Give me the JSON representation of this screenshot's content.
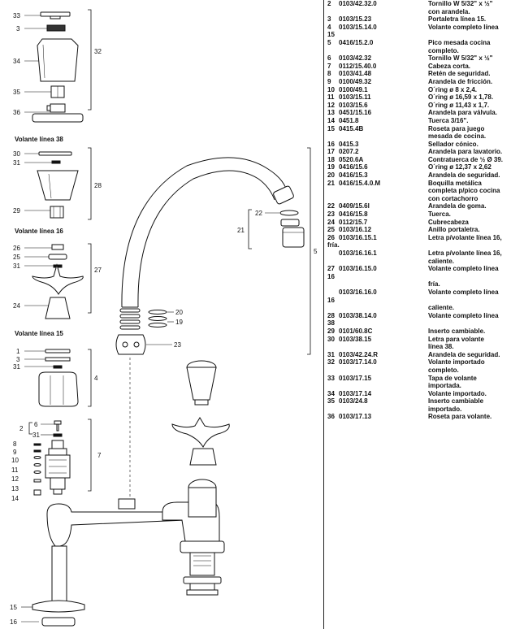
{
  "sections": {
    "volante_38": "Volante línea 38",
    "volante_16": "Volante línea 16",
    "volante_15": "Volante línea 15"
  },
  "callouts": {
    "c33": "33",
    "c3a": "3",
    "c34": "34",
    "c35": "35",
    "c36": "36",
    "c32": "32",
    "c30": "30",
    "c31a": "31",
    "c28": "28",
    "c29": "29",
    "c26": "26",
    "c25": "25",
    "c31b": "31",
    "c27": "27",
    "c24": "24",
    "c1": "1",
    "c3b": "3",
    "c31c": "31",
    "c4": "4",
    "c2": "2",
    "c6": "6",
    "c31d": "31",
    "c8": "8",
    "c9": "9",
    "c10": "10",
    "c11": "11",
    "c12": "12",
    "c13": "13",
    "c14": "14",
    "c7": "7",
    "c15": "15",
    "c16": "16",
    "c22": "22",
    "c21": "21",
    "c5": "5",
    "c20": "20",
    "c19": "19",
    "c23": "23"
  },
  "parts": [
    {
      "num": "2",
      "code": "0103/42.32.0",
      "desc": [
        "Tornillo W 5/32\" x ½\"",
        "con arandela."
      ]
    },
    {
      "num": "3",
      "code": "0103/15.23",
      "desc": [
        "Portaletra línea 15."
      ]
    },
    {
      "num": "4",
      "code": "0103/15.14.0",
      "desc": [
        "Volante completo línea"
      ]
    },
    {
      "left": "15"
    },
    {
      "num": "5",
      "code": "0416/15.2.0",
      "desc": [
        "Pico mesada cocina",
        "completo."
      ]
    },
    {
      "num": "6",
      "code": "0103/42.32",
      "desc": [
        "Tornillo W 5/32\" x ½\""
      ]
    },
    {
      "num": "7",
      "code": "0112/15.40.0",
      "desc": [
        "Cabeza corta."
      ]
    },
    {
      "num": "8",
      "code": "0103/41.48",
      "desc": [
        "Retén de seguridad."
      ]
    },
    {
      "num": "9",
      "code": "0100/49.32",
      "desc": [
        "Arandela de fricción."
      ]
    },
    {
      "num": "10",
      "code": "0100/49.1",
      "desc": [
        "O´ring ø 8 x 2,4."
      ]
    },
    {
      "num": "11",
      "code": "0103/15.11",
      "desc": [
        "O´ring ø 16,59 x 1,78."
      ]
    },
    {
      "num": "12",
      "code": "0103/15.6",
      "desc": [
        "O´ring ø 11,43 x 1,7."
      ]
    },
    {
      "num": "13",
      "code": "0451/15.16",
      "desc": [
        "Arandela para válvula."
      ]
    },
    {
      "num": "14",
      "code": "0451.8",
      "desc": [
        "Tuerca 3/16\"."
      ]
    },
    {
      "num": "15",
      "code": "0415.4B",
      "desc": [
        "Roseta para juego",
        "mesada de cocina."
      ]
    },
    {
      "num": "16",
      "code": "0415.3",
      "desc": [
        "Sellador cónico."
      ]
    },
    {
      "num": "17",
      "code": "0207.2",
      "desc": [
        "Arandela para lavatorio."
      ]
    },
    {
      "num": "18",
      "code": "0520.6A",
      "desc": [
        "Contratuerca de ½ Ø 39."
      ]
    },
    {
      "num": "19",
      "code": "0416/15.6",
      "desc": [
        "O´ring ø 12,37 x 2,62"
      ]
    },
    {
      "num": "20",
      "code": "0416/15.3",
      "desc": [
        "Arandela de seguridad."
      ]
    },
    {
      "num": "21",
      "code": "0416/15.4.0.M",
      "desc": [
        "Boquilla metálica",
        "completa p/pico cocina",
        "con cortachorro"
      ]
    },
    {
      "num": "22",
      "code": "0409/15.6I",
      "desc": [
        "Arandela de goma."
      ]
    },
    {
      "num": "23",
      "code": "0416/15.8",
      "desc": [
        "Tuerca."
      ]
    },
    {
      "num": "24",
      "code": "0112/15.7",
      "desc": [
        "Cubrecabeza"
      ]
    },
    {
      "num": "25",
      "code": "0103/16.12",
      "desc": [
        "Anillo portaletra."
      ]
    },
    {
      "num": "26",
      "code": "0103/16.15.1",
      "desc": [
        "Letra p/volante línea 16,"
      ]
    },
    {
      "left": "fría."
    },
    {
      "num": "",
      "code": "0103/16.16.1",
      "desc": [
        "Letra p/volante línea 16,",
        "caliente."
      ]
    },
    {
      "num": "27",
      "code": "0103/16.15.0",
      "desc": [
        "Volante completo línea"
      ]
    },
    {
      "left": "16",
      "cont": "fría."
    },
    {
      "num": "",
      "code": "0103/16.16.0",
      "desc": [
        "Volante completo línea"
      ]
    },
    {
      "left": "16"
    },
    {
      "num": "",
      "code": "",
      "desc": [
        "caliente."
      ]
    },
    {
      "num": "28",
      "code": "0103/38.14.0",
      "desc": [
        "Volante completo línea"
      ]
    },
    {
      "left": "38"
    },
    {
      "num": "29",
      "code": "0101/60.8C",
      "desc": [
        "Inserto cambiable."
      ]
    },
    {
      "num": "30",
      "code": "0103/38.15",
      "desc": [
        "Letra para volante",
        "línea 38."
      ]
    },
    {
      "num": "31",
      "code": "0103/42.24.R",
      "desc": [
        "Arandela de seguridad."
      ]
    },
    {
      "num": "32",
      "code": "0103/17.14.0",
      "desc": [
        "Volante importado",
        "completo."
      ]
    },
    {
      "num": "33",
      "code": "0103/17.15",
      "desc": [
        "Tapa de volante",
        "importada."
      ]
    },
    {
      "num": "34",
      "code": "0103/17.14",
      "desc": [
        "Volante importado."
      ]
    },
    {
      "num": "35",
      "code": "0103/24.8",
      "desc": [
        "Inserto cambiable",
        "importado."
      ]
    },
    {
      "num": "36",
      "code": "0103/17.13",
      "desc": [
        "Roseta para volante."
      ]
    }
  ]
}
